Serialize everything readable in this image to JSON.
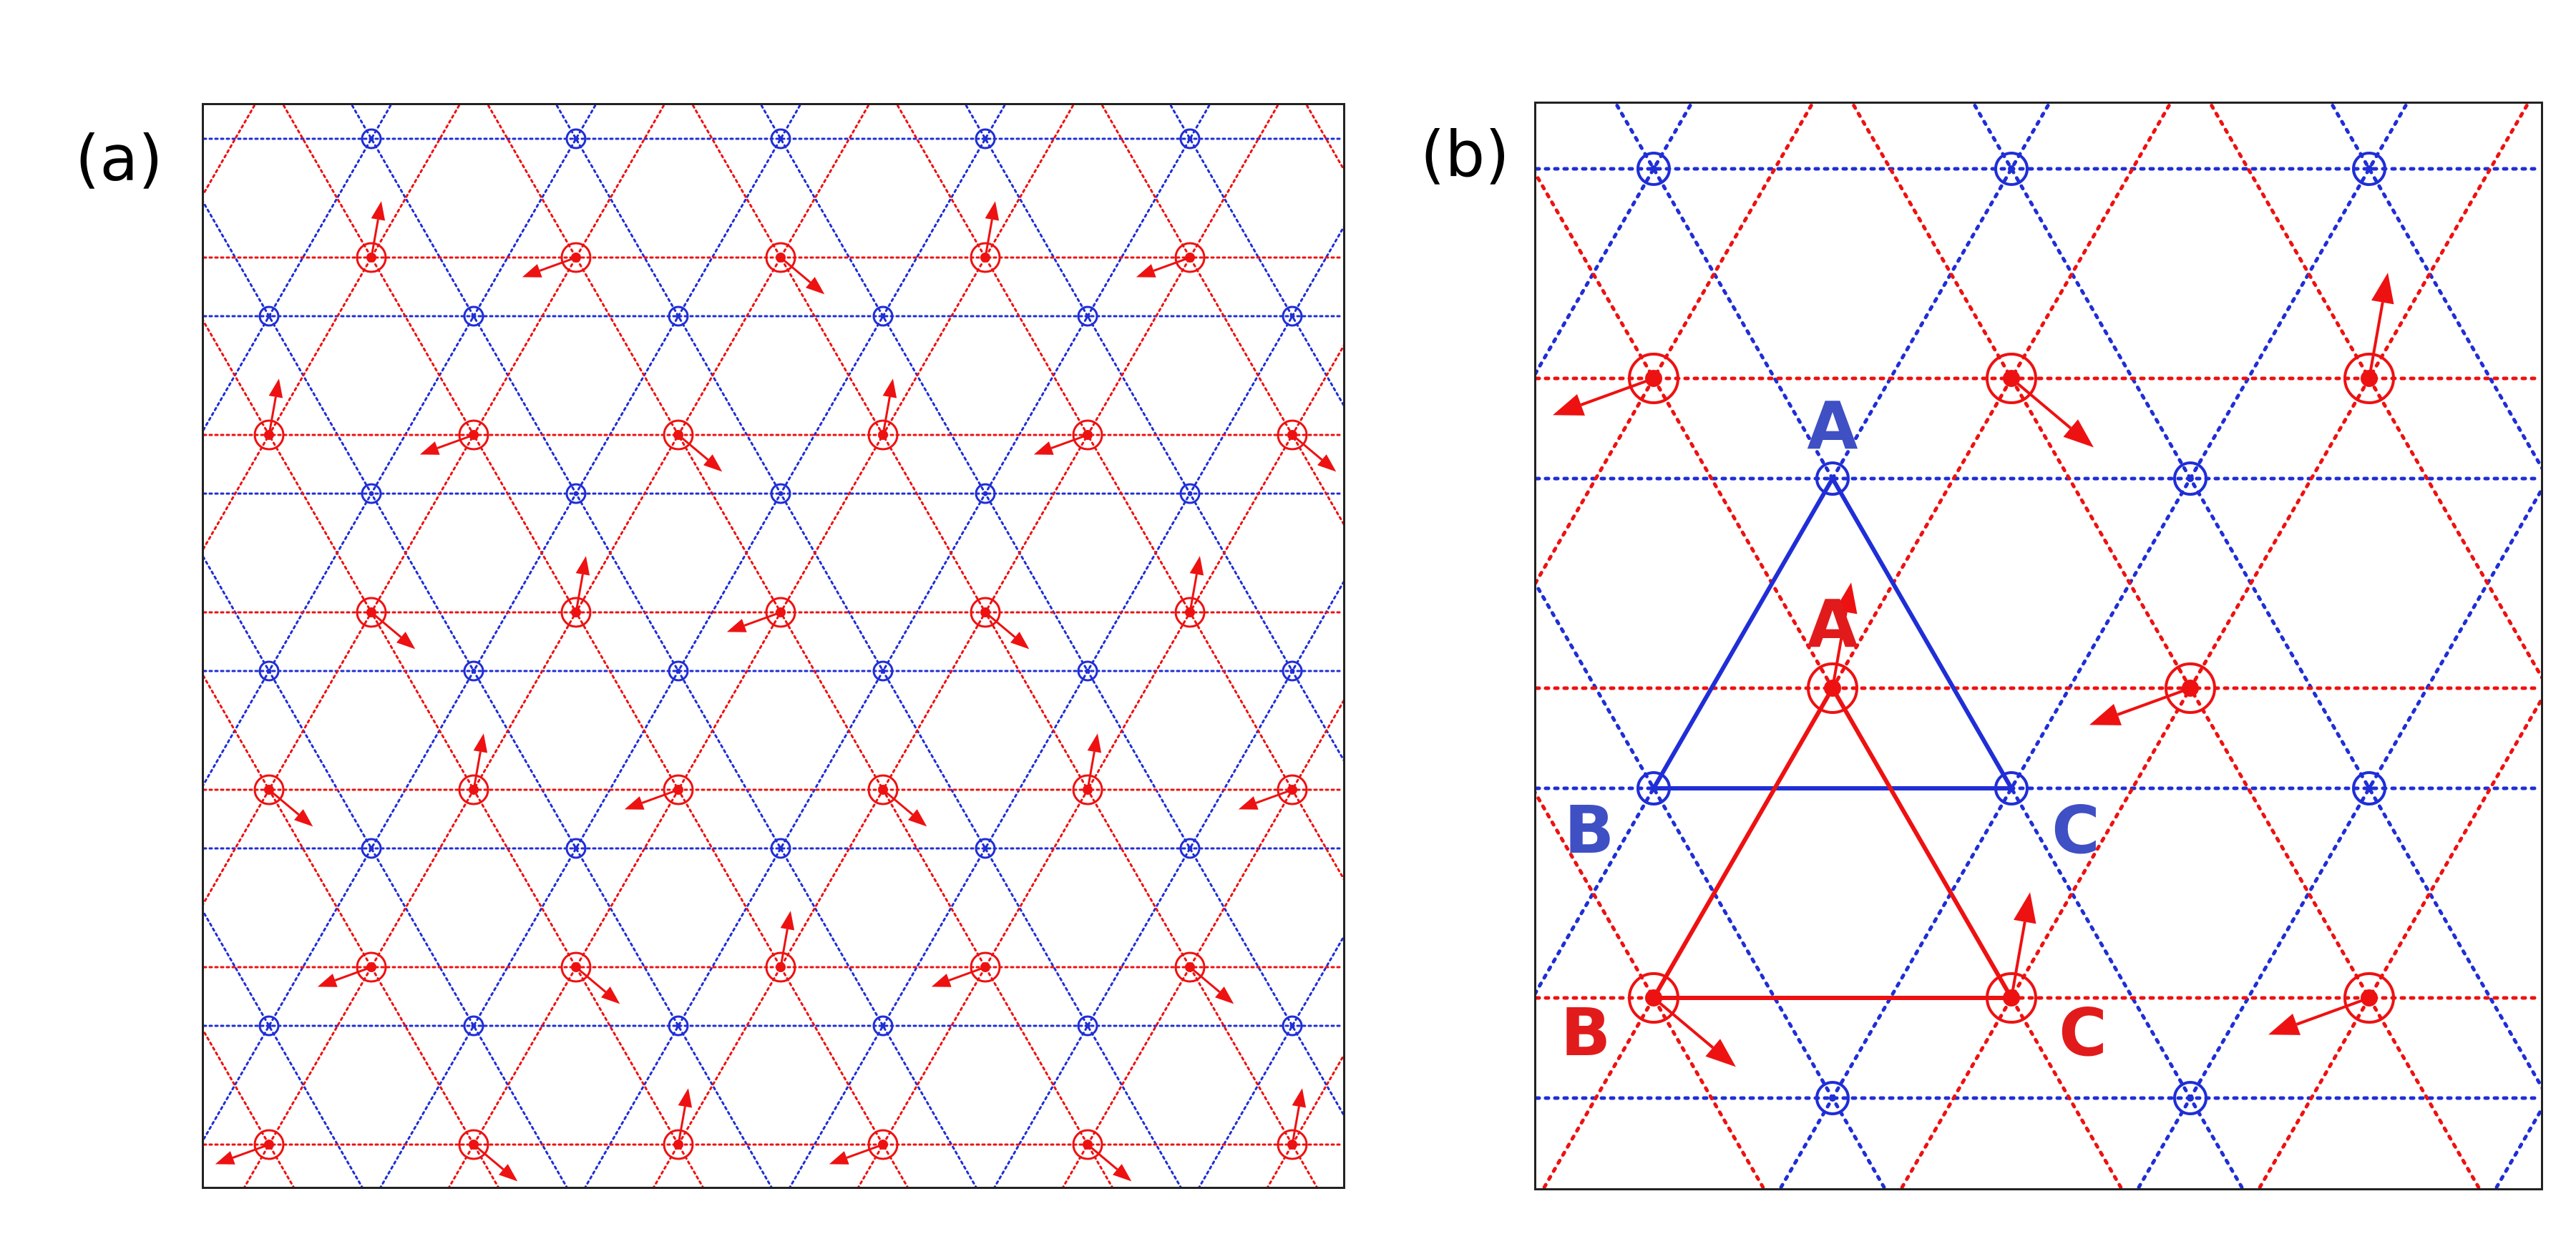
{
  "panel_a": {
    "label": "(a)"
  },
  "panel_b": {
    "label": "(b)",
    "blue_triangle": {
      "apex": "A",
      "left": "B",
      "right": "C"
    },
    "red_triangle": {
      "apex": "A",
      "left": "B",
      "right": "C"
    }
  },
  "colors": {
    "blue": "#1f2ed6",
    "red": "#ee1111",
    "blue_text": "#3f4fc4",
    "red_text": "#e11b1b",
    "frame": "#222222"
  }
}
